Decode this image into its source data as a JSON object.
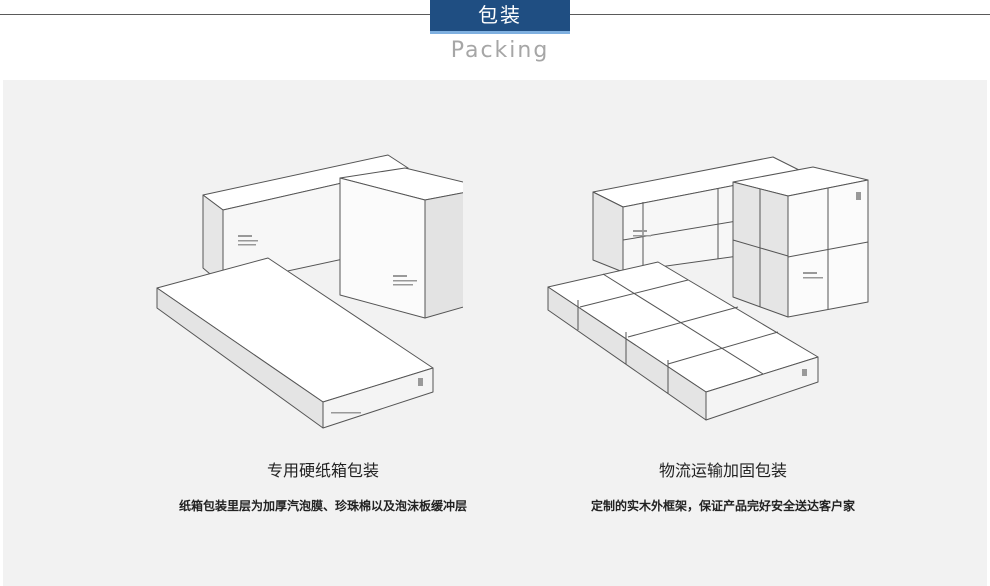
{
  "header": {
    "title": "包装",
    "subtitle": "Packing"
  },
  "items": [
    {
      "title": "专用硬纸箱包装",
      "description": "纸箱包装里层为加厚汽泡膜、珍珠棉以及泡沫板缓冲层",
      "image_icon": "cardboard-boxes-icon"
    },
    {
      "title": "物流运输加固包装",
      "description": "定制的实木外框架，保证产品完好安全送达客户家",
      "image_icon": "wooden-crates-icon"
    }
  ],
  "colors": {
    "title_bar": "#1f4e82",
    "panel_bg": "#f2f2f2",
    "subtitle": "#a6a6a6"
  }
}
